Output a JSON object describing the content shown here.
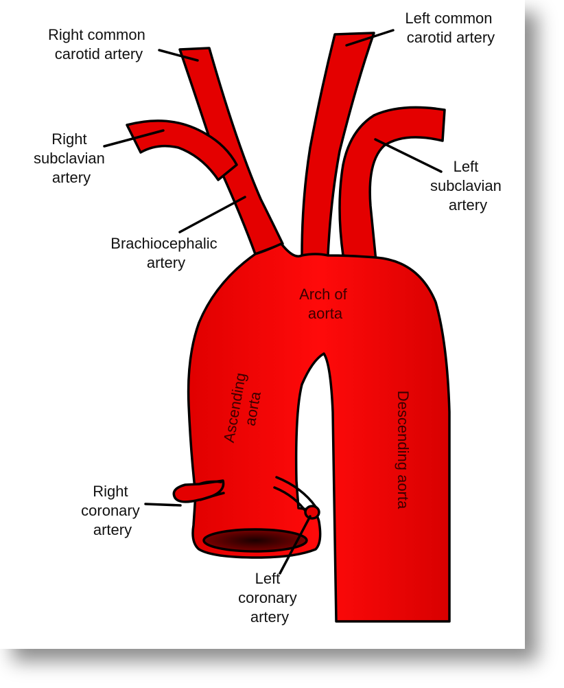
{
  "colors": {
    "vessel_red": "#ee0000",
    "vessel_dark": "#b80000",
    "outline": "#000000",
    "background": "#ffffff"
  },
  "labels": {
    "right_common_carotid": [
      "Right common",
      "carotid artery"
    ],
    "left_common_carotid": [
      "Left common",
      "carotid artery"
    ],
    "right_subclavian": [
      "Right",
      "subclavian",
      "artery"
    ],
    "left_subclavian": [
      "Left",
      "subclavian",
      "artery"
    ],
    "brachiocephalic": [
      "Brachiocephalic",
      "artery"
    ],
    "arch": [
      "Arch of",
      "aorta"
    ],
    "ascending": [
      "Ascending",
      "aorta"
    ],
    "descending": "Descending aorta",
    "right_coronary": [
      "Right",
      "coronary",
      "artery"
    ],
    "left_coronary": [
      "Left",
      "coronary",
      "artery"
    ]
  }
}
